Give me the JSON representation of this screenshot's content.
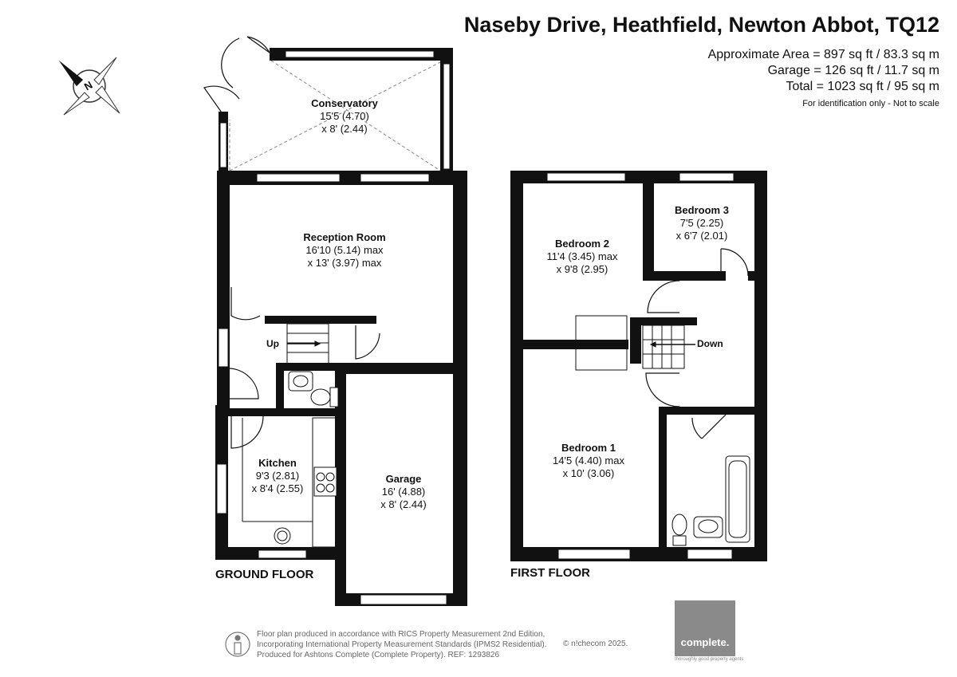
{
  "header": {
    "title": "Naseby Drive, Heathfield, Newton Abbot, TQ12",
    "area_approx": "Approximate Area = 897 sq ft / 83.3 sq m",
    "area_garage": "Garage = 126 sq ft / 11.7 sq m",
    "area_total": "Total = 1023 sq ft / 95 sq m",
    "disclaimer": "For identification only - Not to scale"
  },
  "compass": {
    "letter": "N",
    "icon": "compass-icon"
  },
  "ground_floor": {
    "label": "GROUND FLOOR",
    "stairs_label": "Up",
    "rooms": [
      {
        "name": "Conservatory",
        "dim1": "15'5 (4.70)",
        "dim2": "x 8' (2.44)"
      },
      {
        "name": "Reception Room",
        "dim1": "16'10 (5.14) max",
        "dim2": "x 13' (3.97) max"
      },
      {
        "name": "Kitchen",
        "dim1": "9'3 (2.81)",
        "dim2": "x 8'4 (2.55)"
      },
      {
        "name": "Garage",
        "dim1": "16' (4.88)",
        "dim2": "x 8' (2.44)"
      }
    ]
  },
  "first_floor": {
    "label": "FIRST FLOOR",
    "stairs_label": "Down",
    "rooms": [
      {
        "name": "Bedroom 2",
        "dim1": "11'4 (3.45) max",
        "dim2": "x 9'8 (2.95)"
      },
      {
        "name": "Bedroom 3",
        "dim1": "7'5 (2.25)",
        "dim2": "x 6'7 (2.01)"
      },
      {
        "name": "Bedroom 1",
        "dim1": "14'5 (4.40) max",
        "dim2": "x 10' (3.06)"
      }
    ]
  },
  "footer": {
    "line1": "Floor plan produced in accordance with RICS Property Measurement 2nd Edition,",
    "line2": "Incorporating International Property Measurement Standards (IPMS2 Residential).",
    "line3": "Produced for Ashtons Complete (Complete Property).   REF:  1293826",
    "copyright": "© n!checom 2025.",
    "info_icon": "person-info-icon",
    "logo_name": "complete.",
    "logo_tagline": "thoroughly good property agents"
  },
  "colors": {
    "wall": "#111111",
    "window": "#ffffff",
    "logo_bg": "#8a8a8a",
    "footer_text": "#666666"
  }
}
